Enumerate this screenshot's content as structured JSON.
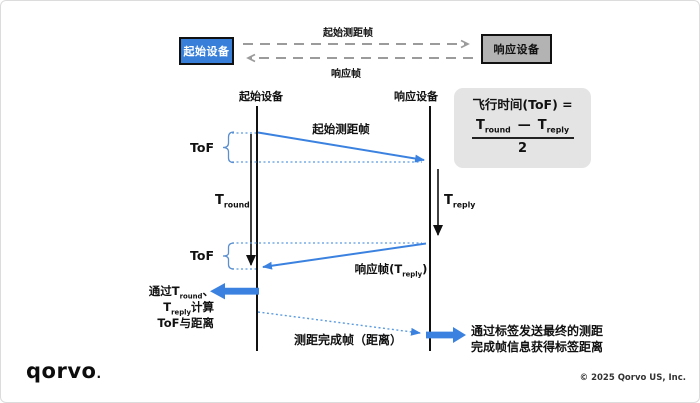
{
  "colors": {
    "accent_blue": "#3b82e0",
    "box_blue": "#377fd9",
    "box_gray": "#b3b3b3",
    "dotted_blue": "#5b9be0",
    "dashed_gray": "#9b9b9b",
    "formula_bg": "#e4e4e4"
  },
  "top": {
    "initiator_box": "起始设备",
    "responder_box": "响应设备",
    "forward_label": "起始测距帧",
    "reverse_label": "响应帧"
  },
  "diagram": {
    "initiator_lifeline_label": "起始设备",
    "responder_lifeline_label": "响应设备",
    "msg1_label": "起始测距帧",
    "tof_label_1": "ToF",
    "tof_label_2": "ToF",
    "t_round": {
      "base": "T",
      "sub": "round"
    },
    "t_reply": {
      "base": "T",
      "sub": "reply"
    },
    "msg2": {
      "pre": "响应帧(T",
      "sub": "reply",
      "post": ")"
    },
    "msg3_label": "测距完成帧（距离）",
    "left_note": {
      "l1_pre": "通过T",
      "l1_sub": "round",
      "l1_post": "、",
      "l2_pre": "T",
      "l2_sub": "reply",
      "l2_post": "计算",
      "l3": "ToF与距离"
    },
    "right_note": {
      "line1": "通过标签发送最终的测距",
      "line2": "完成帧信息获得标签距离"
    }
  },
  "formula": {
    "title": "飞行时间(ToF) =",
    "t1": {
      "base": "T",
      "sub": "round"
    },
    "minus": "—",
    "t2": {
      "base": "T",
      "sub": "reply"
    },
    "denominator": "2"
  },
  "footer": {
    "logo_text": "qorvo",
    "logo_dot": ".",
    "copyright": "© 2025 Qorvo US, Inc."
  }
}
